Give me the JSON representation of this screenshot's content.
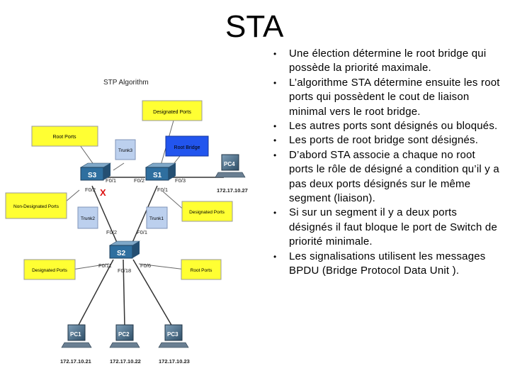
{
  "title": "STA",
  "bullets": [
    "Une élection détermine le root bridge qui possède la priorité maximale.",
    "L’algorithme STA détermine ensuite les root ports qui possèdent le cout de liaison minimal vers le root bridge.",
    "Les autres ports sont désignés ou bloqués.",
    "Les ports de root bridge sont désignés.",
    "D’abord STA associe a chaque no root ports le rôle de désigné a condition qu’il y a pas deux ports désignés sur le même segment (liaison).",
    "Si sur un segment il y a deux ports désignés il faut bloque le port de Switch de priorité minimale.",
    "Les signalisations utilisent les messages BPDU (Bridge Protocol Data Unit )."
  ],
  "diagram": {
    "title": "STP Algorithm",
    "callouts": {
      "designated_top": "Designated Ports",
      "root_ports_left": "Root Ports",
      "trunk3": "Trunk3",
      "root_bridge": "Root Bridge",
      "non_designated": "Non-Designated Ports",
      "trunk2": "Trunk2",
      "trunk1": "Trunk1",
      "designated_right": "Designated Ports",
      "designated_bottom": "Designated Ports",
      "root_ports_bottom": "Root Ports"
    },
    "switches": {
      "s3": "S3",
      "s1": "S1",
      "s2": "S2"
    },
    "ports": {
      "s3_f01": "F0/1",
      "s3_f02": "F0/2",
      "s1_f02": "F0/2",
      "s1_f03": "F0/3",
      "s1_f01": "F0/1",
      "s2_f02": "F0/2",
      "s2_f01": "F0/1",
      "s2_f011": "F0/11",
      "s2_f018": "F0/18",
      "s2_f06": "F0/6"
    },
    "pcs": {
      "pc4": {
        "name": "PC4",
        "ip": "172.17.10.27"
      },
      "pc1": {
        "name": "PC1",
        "ip": "172.17.10.21"
      },
      "pc2": {
        "name": "PC2",
        "ip": "172.17.10.22"
      },
      "pc3": {
        "name": "PC3",
        "ip": "172.17.10.23"
      }
    },
    "blocked_mark": "X",
    "colors": {
      "callout_yellow": "#ffff33",
      "root_bridge_blue": "#2255ee",
      "trunk_blue": "#bcd0ee",
      "switch_blue": "#2f6f9f",
      "blocked_red": "#dd1111"
    }
  }
}
